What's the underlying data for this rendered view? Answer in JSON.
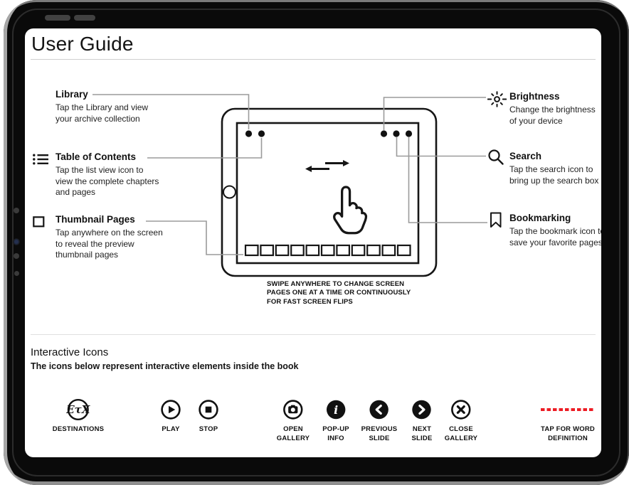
{
  "title": "User Guide",
  "callouts_left": [
    {
      "icon": "none",
      "label": "Library",
      "desc": "Tap the Library and view\nyour archive collection"
    },
    {
      "icon": "list-icon",
      "label": "Table of Contents",
      "desc": "Tap the list view icon to\nview the complete chapters\nand pages"
    },
    {
      "icon": "square-icon",
      "label": "Thumbnail Pages",
      "desc": "Tap anywhere on the screen\nto reveal the preview\nthumbnail pages"
    }
  ],
  "callouts_right": [
    {
      "icon": "brightness-icon",
      "label": "Brightness",
      "desc": "Change the brightness\nof your device"
    },
    {
      "icon": "search-icon",
      "label": "Search",
      "desc": "Tap the search icon to\nbring up the search box"
    },
    {
      "icon": "bookmark-icon",
      "label": "Bookmarking",
      "desc": "Tap the bookmark icon to\nsave your favorite pages"
    }
  ],
  "swipe_note": "SWIPE ANYWHERE TO CHANGE SCREEN\nPAGES ONE AT A TIME OR CONTINUOUSLY\nFOR FAST SCREEN FLIPS",
  "interactive_icons": {
    "heading": "Interactive Icons",
    "subheading": "The icons below represent interactive elements inside the book",
    "items": [
      {
        "icon": "destinations-icon",
        "glyph": "EτX",
        "label": "DESTINATIONS"
      },
      {
        "icon": "play-icon",
        "label": "PLAY"
      },
      {
        "icon": "stop-icon",
        "label": "STOP"
      },
      {
        "icon": "open-gallery-icon",
        "label": "OPEN\nGALLERY"
      },
      {
        "icon": "popup-info-icon",
        "glyph": "i",
        "label": "POP-UP\nINFO"
      },
      {
        "icon": "previous-slide-icon",
        "label": "PREVIOUS\nSLIDE"
      },
      {
        "icon": "next-slide-icon",
        "label": "NEXT\nSLIDE"
      },
      {
        "icon": "close-gallery-icon",
        "label": "CLOSE\nGALLERY"
      },
      {
        "icon": "word-definition-dashes",
        "label": "TAP FOR WORD\nDEFINITION"
      }
    ]
  },
  "tablet_illustration": {
    "thumbnail_count": 11,
    "top_left_dots": 2,
    "top_right_dots": 3,
    "gesture_icons": [
      "swipe-arrows-icon",
      "tap-hand-icon"
    ]
  },
  "colors": {
    "accent_red": "#ed1c24",
    "line_gray": "#9b9b9b",
    "ink": "#161616"
  }
}
